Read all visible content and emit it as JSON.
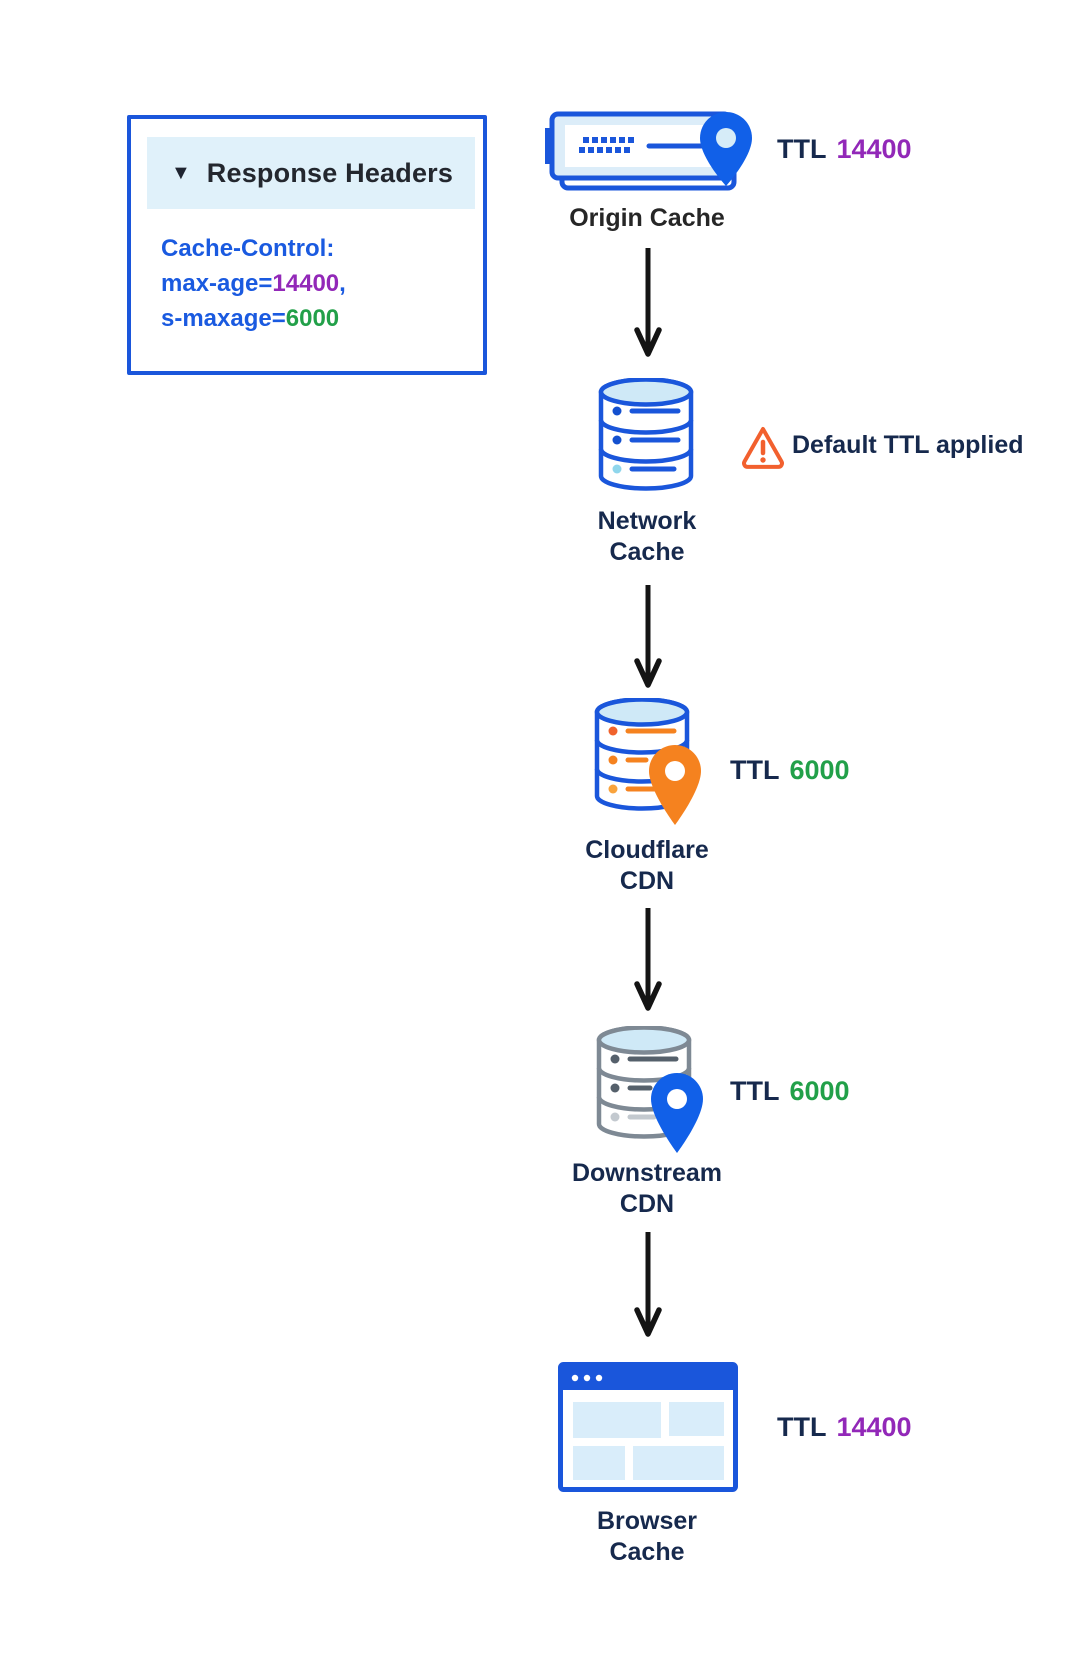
{
  "panel": {
    "caret_icon": "▼",
    "title": "Response Headers",
    "code": {
      "line1": "Cache-Control:",
      "line2_key": "max-age=",
      "line2_value": "14400",
      "line2_sep": ",",
      "line3_key": "s-maxage=",
      "line3_value": "6000"
    }
  },
  "flow": {
    "origin": {
      "label": "Origin Cache",
      "ttl_key": "TTL",
      "ttl_value": "14400"
    },
    "network": {
      "label_line1": "Network",
      "label_line2": "Cache",
      "warning_text": "Default TTL applied"
    },
    "cloudflare": {
      "label_line1": "Cloudflare",
      "label_line2": "CDN",
      "ttl_key": "TTL",
      "ttl_value": "6000"
    },
    "downstream": {
      "label_line1": "Downstream",
      "label_line2": "CDN",
      "ttl_key": "TTL",
      "ttl_value": "6000"
    },
    "browser": {
      "label_line1": "Browser",
      "label_line2": "Cache",
      "ttl_key": "TTL",
      "ttl_value": "14400"
    }
  },
  "colors": {
    "accent_blue": "#1a56db",
    "light_blue_fill": "#cfe9f7",
    "panel_band_blue": "#e0f1fa",
    "code_blue": "#1a5ae0",
    "ttl_purple": "#9228b8",
    "ttl_green": "#22a049",
    "navy_text": "#16294d",
    "cloudflare_orange": "#f5821f",
    "warning_orange_red": "#f2602e",
    "downstream_gray": "#7e8994",
    "arrow_black": "#141414"
  }
}
